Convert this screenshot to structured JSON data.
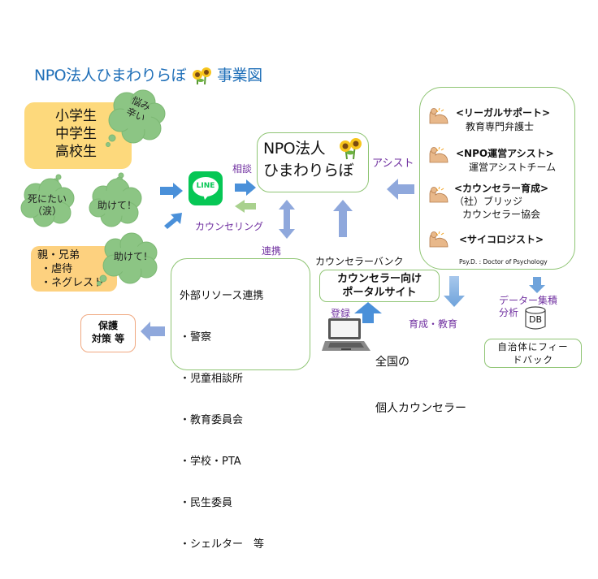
{
  "title": {
    "text_before": "NPO法人ひまわりらぼ",
    "text_after": "事業図",
    "icon": "sunflower-icon"
  },
  "children": {
    "lines": [
      "小学生",
      "中学生",
      "高校生"
    ],
    "worry_cloud": [
      "悩み",
      "辛い"
    ]
  },
  "clouds": {
    "die": [
      "死にたい",
      "（涙）"
    ],
    "help1": "助けて！",
    "help2": "助けて！"
  },
  "family": {
    "lines": [
      "親・兄弟",
      " ・虐待",
      " ・ネグレスト"
    ]
  },
  "line_app": {
    "label": "LINE",
    "consult_label": "相談",
    "counseling_label": "カウンセリング"
  },
  "npo": {
    "lines": [
      "NPO法人",
      "ひまわりらぼ"
    ],
    "icon": "sunflower-icon"
  },
  "assist_label": "アシスト",
  "assist": {
    "items": [
      {
        "heading": "<リーガルサポート>",
        "sub": [
          "教育専門弁護士"
        ],
        "icon": "flexed-arm-icon"
      },
      {
        "heading": "<NPO運営アシスト>",
        "sub": [
          "運営アシストチーム"
        ],
        "icon": "flexed-arm-icon"
      },
      {
        "heading": "<カウンセラー育成>",
        "sub": [
          "（社）ブリッジ",
          "カウンセラー協会"
        ],
        "icon": "flexed-arm-icon"
      },
      {
        "heading": "<サイコロジスト>",
        "sub": [],
        "icon": "flexed-arm-icon"
      }
    ],
    "footnote": "Psy.D. : Doctor of Psychology"
  },
  "cooperation_label": "連携",
  "external": {
    "title": "外部リソース連携",
    "items": [
      "・警察",
      "・児童相談所",
      "・教育委員会",
      "・学校・PTA",
      "・民生委員",
      "・シェルター　等"
    ]
  },
  "protect": {
    "lines": [
      "保護",
      "対策 等"
    ]
  },
  "counselor_bank": {
    "label": "カウンセラーバンク",
    "portal_lines": [
      "カウンセラー向け",
      "ポータルサイト"
    ],
    "register_label": "登録",
    "train_label": "育成・教育",
    "national_lines": [
      "全国の",
      "個人カウンセラー"
    ]
  },
  "data": {
    "label_lines": [
      "データー集積",
      "分析"
    ],
    "db_label": "DB",
    "feedback_lines": [
      "自治体にフィー",
      "ドバック"
    ]
  },
  "colors": {
    "title_blue": "#1f6fb8",
    "cloud_green": "#8cc584",
    "yellow": "#fdd97c",
    "orange": "#fdd17f",
    "line_green": "#06c755",
    "arrow_blue": "#4a90d9",
    "arrow_lavender": "#8fa8dc",
    "arrow_light_green": "#a9d18e",
    "label_purple": "#7030a0",
    "box_border_green": "#8fc574",
    "protect_border": "#f0a880"
  }
}
